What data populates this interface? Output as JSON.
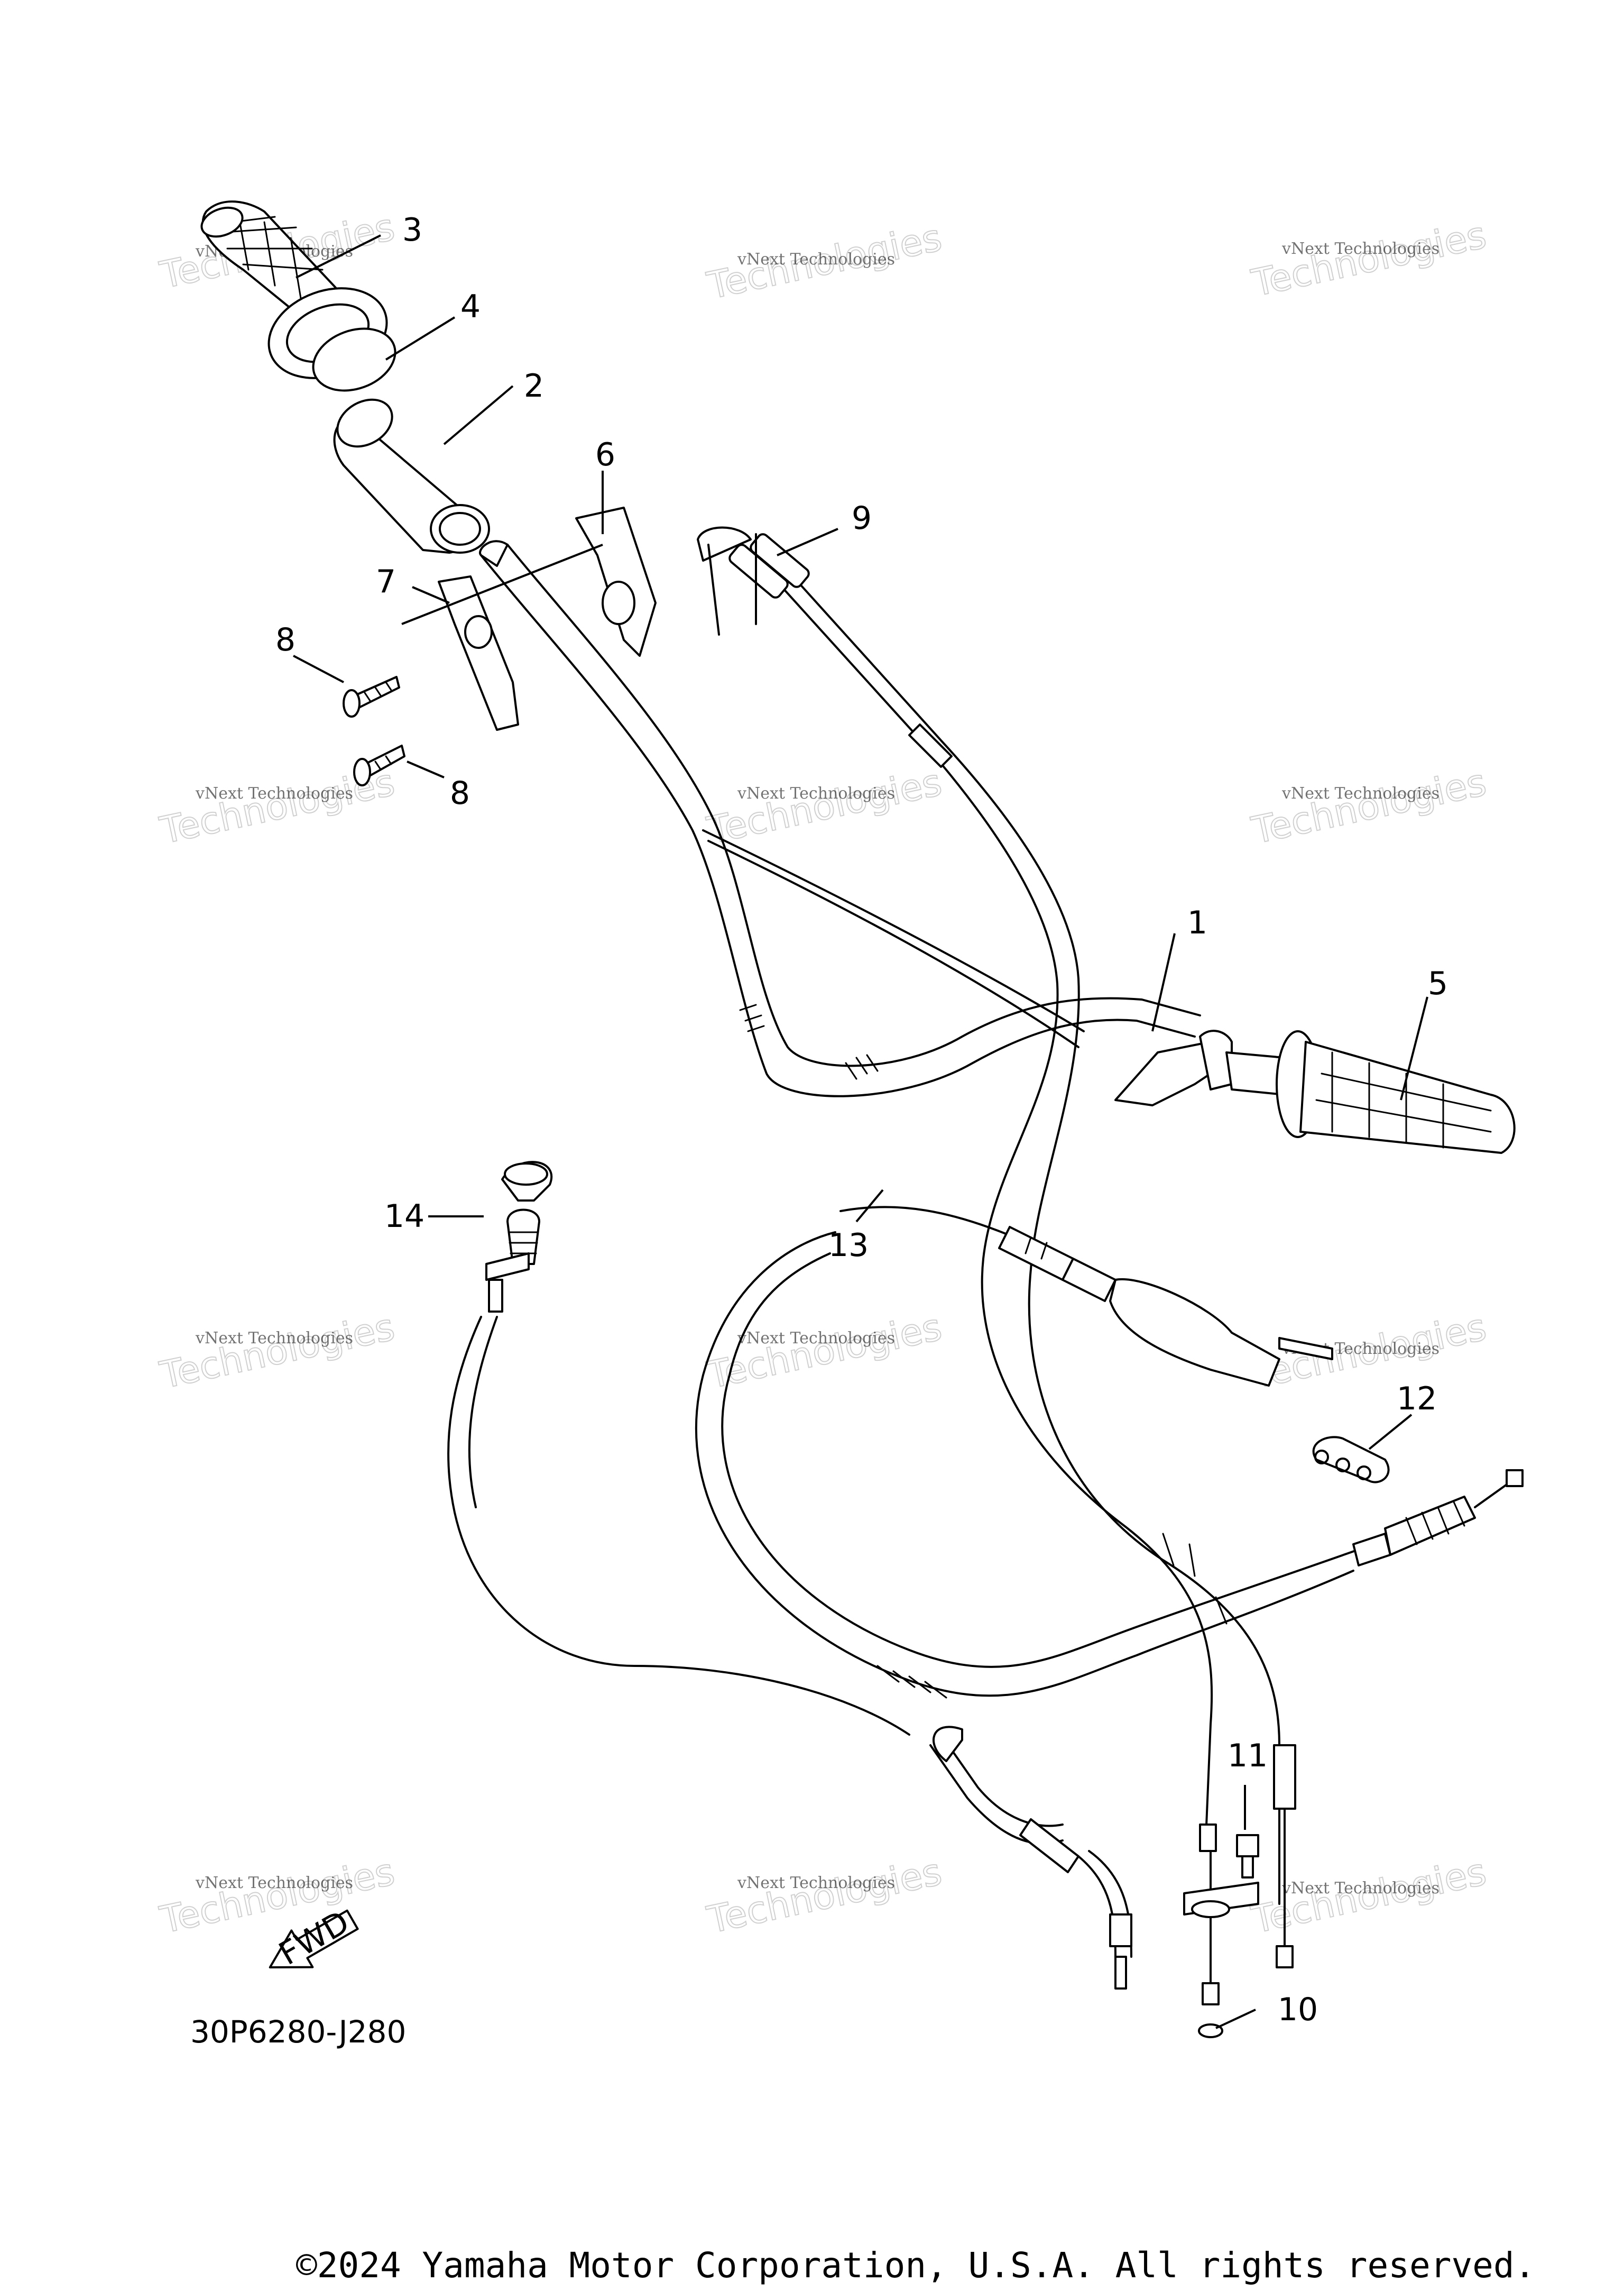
{
  "diagram_code": "30P6280-J280",
  "direction_label": "FWD",
  "copyright": "©2024 Yamaha Motor Corporation, U.S.A. All rights reserved.",
  "watermark": {
    "line1": "vNext Technologies",
    "line2": "Technologies",
    "line3": "vNext"
  },
  "callouts": {
    "c1": "1",
    "c2": "2",
    "c3": "3",
    "c4": "4",
    "c5": "5",
    "c6": "6",
    "c7": "7",
    "c8a": "8",
    "c8b": "8",
    "c9": "9",
    "c10": "10",
    "c11": "11",
    "c12": "12",
    "c13": "13",
    "c14": "14"
  }
}
